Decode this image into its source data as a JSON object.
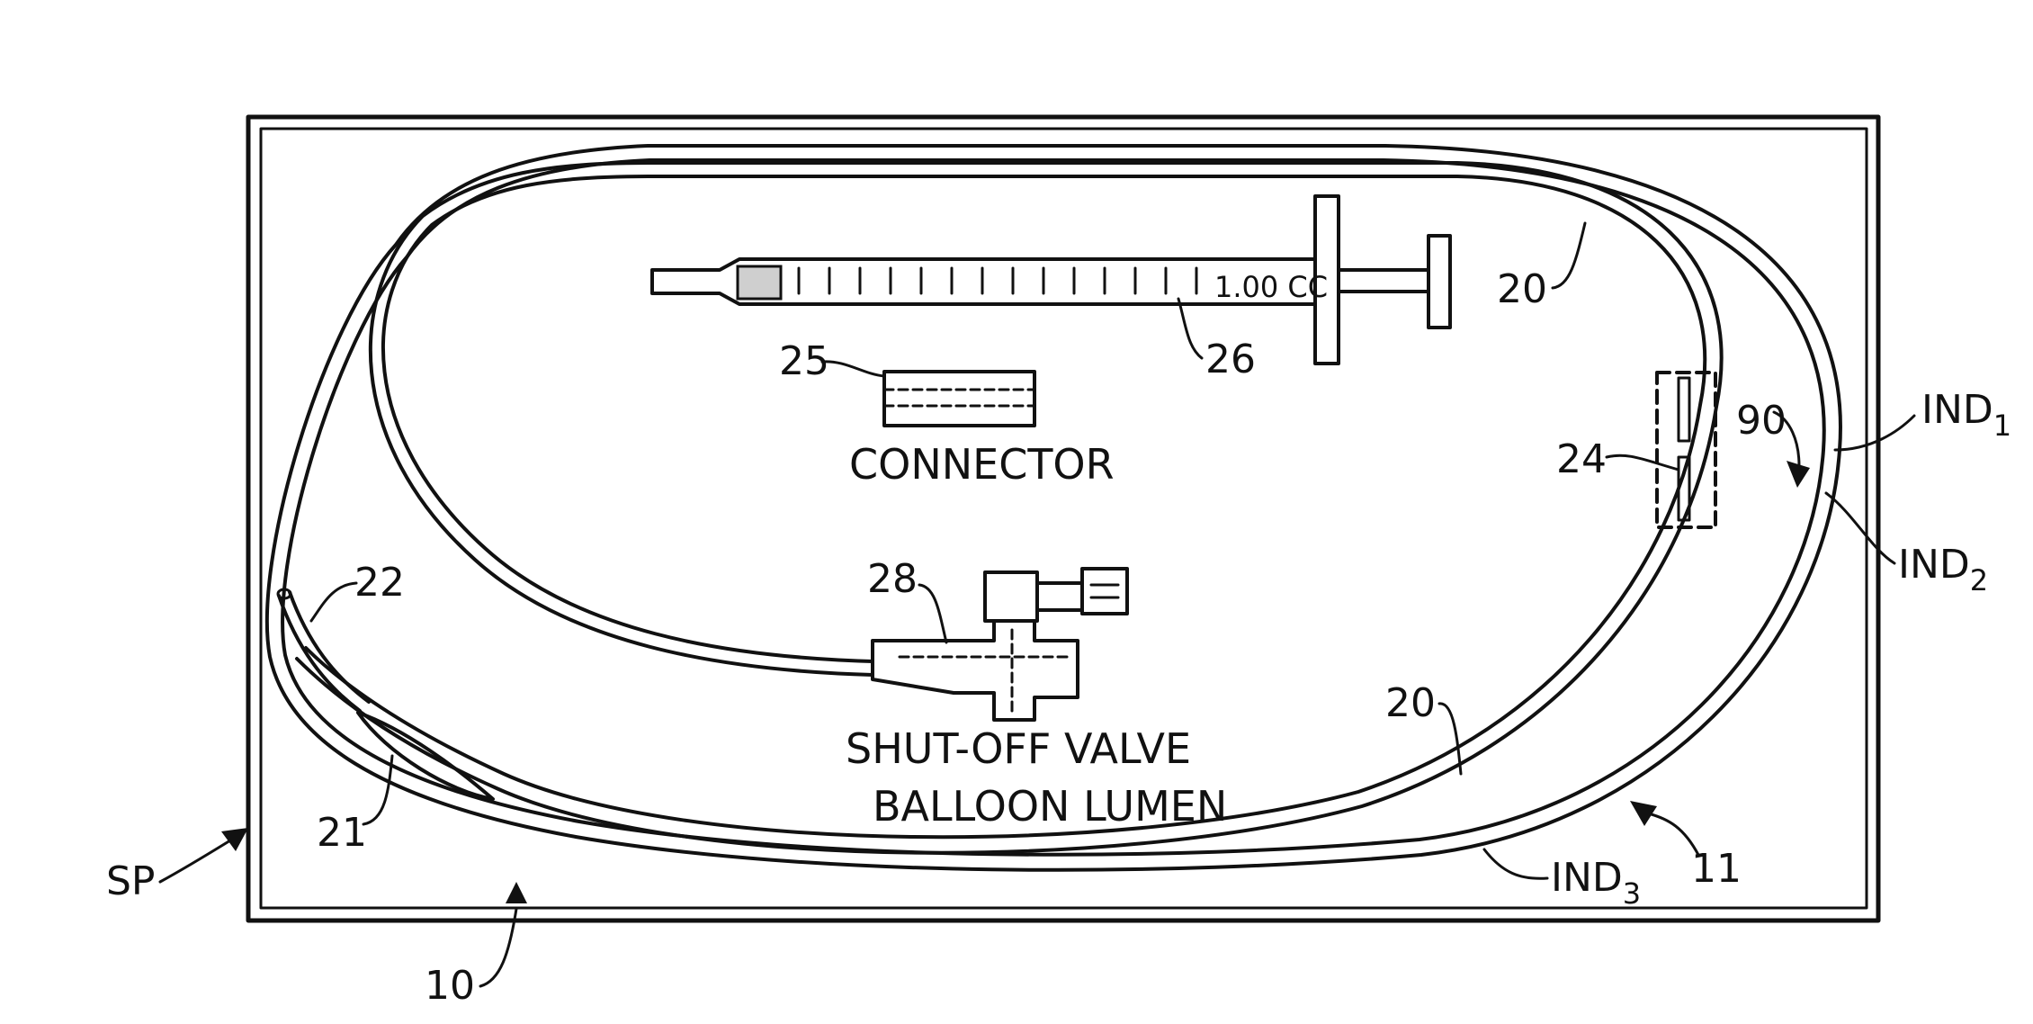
{
  "labels": {
    "catheter_top": "20",
    "catheter_bottom": "20",
    "syringe": "26",
    "syringe_scale": "1.00 CC",
    "connector_ref": "25",
    "connector_caption": "CONNECTOR",
    "valve_ref": "28",
    "valve_caption_1": "SHUT-OFF VALVE",
    "valve_caption_2": "BALLOON LUMEN",
    "tip": "22",
    "balloon": "21",
    "marker_ref": "24",
    "indicator_ref": "90",
    "ind": "IND",
    "ind1_sub": "1",
    "ind2_sub": "2",
    "ind3_sub": "3",
    "sheath_ref": "11",
    "package_ref": "10",
    "sp": "SP"
  },
  "colors": {
    "ink": "#111111",
    "background": "#ffffff"
  }
}
